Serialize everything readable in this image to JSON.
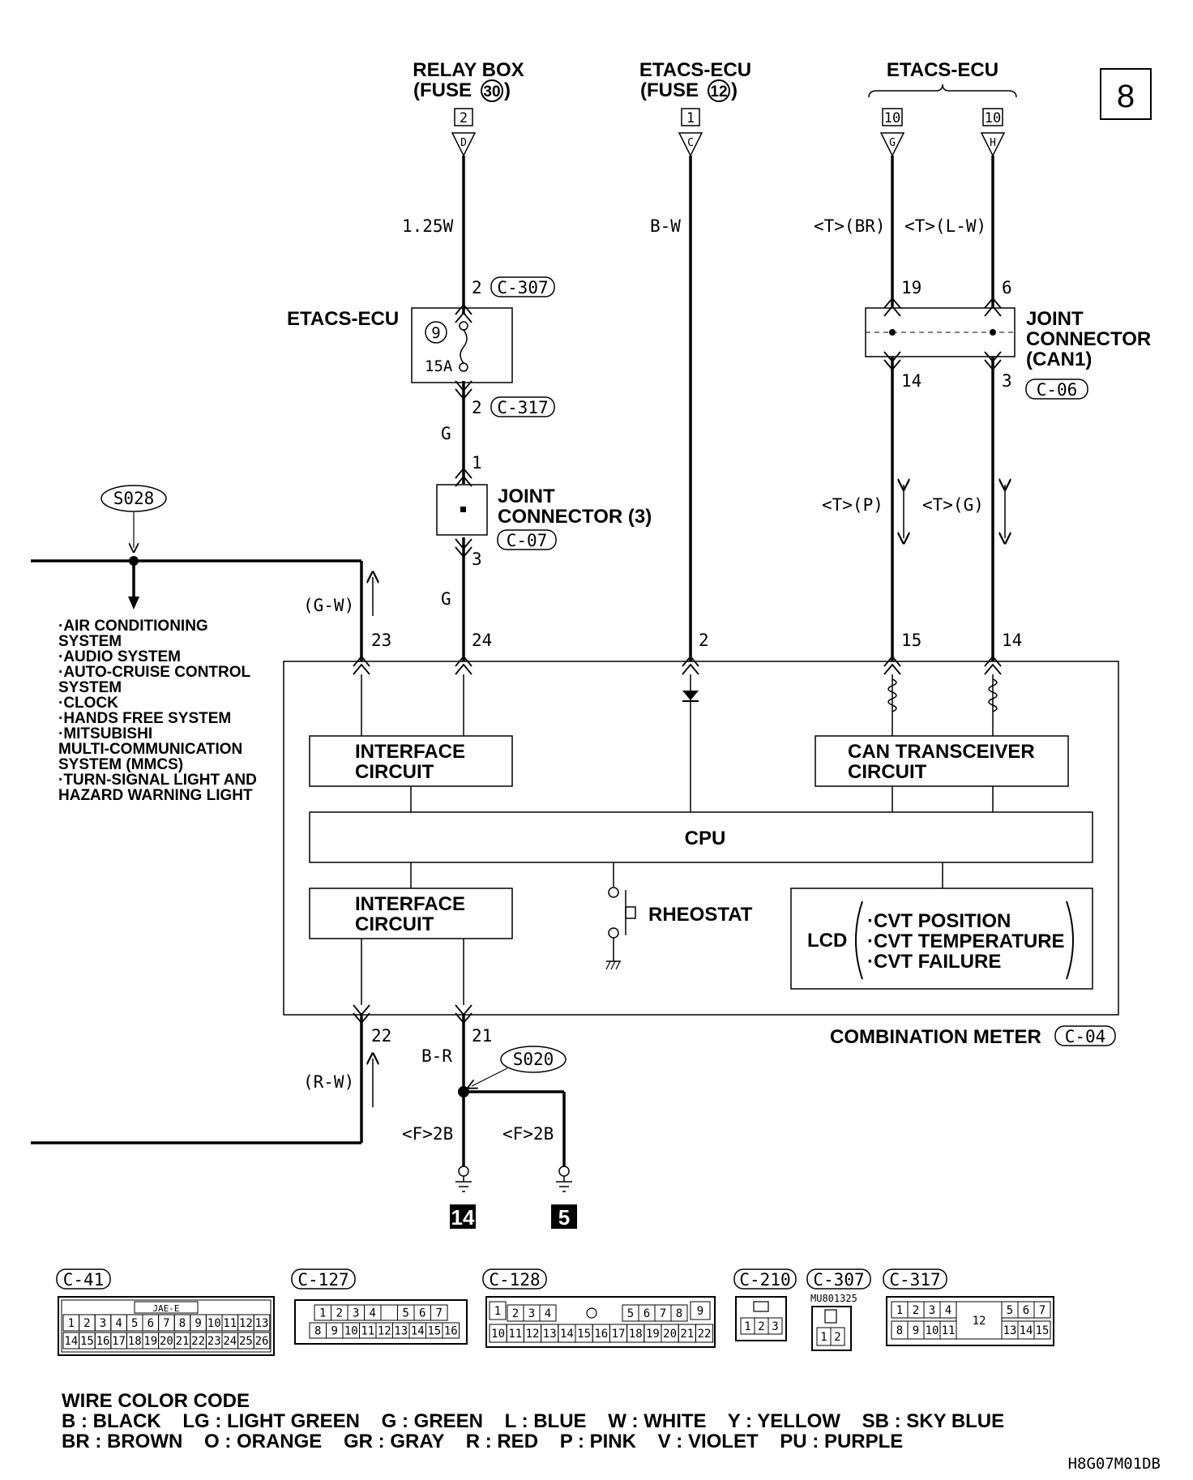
{
  "page_number": "8",
  "diagram_code": "H8G07M01DB",
  "top_sources": {
    "relay_box": {
      "line1": "RELAY BOX",
      "line2": "(FUSE ",
      "fuse": "30",
      "close": ")",
      "box": "2",
      "pin": "D"
    },
    "etacs_fuse": {
      "line1": "ETACS-ECU",
      "line2": "(FUSE ",
      "fuse": "12",
      "close": ")",
      "box": "1",
      "pin": "C"
    },
    "etacs_can": {
      "label": "ETACS-ECU",
      "left_box": "10",
      "left_pin": "G",
      "right_box": "10",
      "right_pin": "H"
    }
  },
  "wires": {
    "w1_color": "1.25W",
    "w2_color": "B-W",
    "can_left_color": "<T>(BR)",
    "can_right_color": "<T>(L-W)",
    "etacs_out_color": "G",
    "joint3_out_color": "G",
    "pin23_color": "(G-W)",
    "pin22_color": "(R-W)",
    "ground_color": "B-R",
    "ground_left_color": "<F>2B",
    "ground_right_color": "<F>2B",
    "can_p_color": "<T>(P)",
    "can_g_color": "<T>(G)"
  },
  "etacs_fuse_block": {
    "label": "ETACS-ECU",
    "fuse_no": "9",
    "amp": "15A",
    "in_pin": "2",
    "in_conn": "C-307",
    "out_pin": "2",
    "out_conn": "C-317"
  },
  "joint3": {
    "line1": "JOINT",
    "line2": "CONNECTOR (3)",
    "conn": "C-07",
    "in_pin": "1",
    "out_pin": "3"
  },
  "can1": {
    "line1": "JOINT",
    "line2": "CONNECTOR",
    "line3": "(CAN1)",
    "conn": "C-06",
    "pin_19": "19",
    "pin_6": "6",
    "pin_14": "14",
    "pin_3": "3"
  },
  "splice_top": {
    "id": "S028",
    "systems": [
      "·AIR CONDITIONING",
      " SYSTEM",
      "·AUDIO SYSTEM",
      "·AUTO-CRUISE CONTROL",
      " SYSTEM",
      "·CLOCK",
      "·HANDS FREE SYSTEM",
      "·MITSUBISHI",
      " MULTI-COMMUNICATION",
      " SYSTEM (MMCS)",
      "·TURN-SIGNAL LIGHT AND",
      " HAZARD WARNING LIGHT"
    ]
  },
  "meter": {
    "pin_23": "23",
    "pin_24": "24",
    "pin_2": "2",
    "pin_15": "15",
    "pin_14": "14",
    "pin_22": "22",
    "pin_21": "21",
    "interface1": [
      "INTERFACE",
      "CIRCUIT"
    ],
    "can_trans": [
      "CAN TRANSCEIVER",
      "CIRCUIT"
    ],
    "cpu": "CPU",
    "interface2": [
      "INTERFACE",
      "CIRCUIT"
    ],
    "rheostat": "RHEOSTAT",
    "lcd": "LCD",
    "lcd_items": [
      "·CVT POSITION",
      "·CVT TEMPERATURE",
      "·CVT FAILURE"
    ],
    "label": "COMBINATION METER",
    "conn": "C-04"
  },
  "splice_bottom": {
    "id": "S020"
  },
  "grounds": {
    "left": "14",
    "right": "5"
  },
  "connectors": {
    "c41": {
      "name": "C-41",
      "maker": "JAE-E",
      "row1": [
        "1",
        "2",
        "3",
        "4",
        "5",
        "6",
        "7",
        "8",
        "9",
        "10",
        "11",
        "12",
        "13"
      ],
      "row2": [
        "14",
        "15",
        "16",
        "17",
        "18",
        "19",
        "20",
        "21",
        "22",
        "23",
        "24",
        "25",
        "26"
      ]
    },
    "c127": {
      "name": "C-127",
      "row1": [
        "1",
        "2",
        "3",
        "4",
        "",
        "5",
        "6",
        "7"
      ],
      "row2": [
        "8",
        "9",
        "10",
        "11",
        "12",
        "13",
        "14",
        "15",
        "16"
      ]
    },
    "c128": {
      "name": "C-128",
      "row1": [
        "1",
        "2",
        "3",
        "4",
        "5",
        "6",
        "7",
        "8",
        "9"
      ],
      "row2": [
        "10",
        "11",
        "12",
        "13",
        "14",
        "15",
        "16",
        "17",
        "18",
        "19",
        "20",
        "21",
        "22"
      ]
    },
    "c210": {
      "name": "C-210",
      "pins": [
        "1",
        "2",
        "3"
      ]
    },
    "c307": {
      "name": "C-307",
      "part": "MU801325",
      "pins": [
        "1",
        "2"
      ]
    },
    "c317": {
      "name": "C-317",
      "row1": [
        "1",
        "2",
        "3",
        "4",
        "5",
        "6",
        "7"
      ],
      "row2": [
        "8",
        "9",
        "10",
        "11",
        "12",
        "13",
        "14",
        "15"
      ]
    }
  },
  "color_code": {
    "title": "WIRE COLOR CODE",
    "line1": "B : BLACK    LG : LIGHT GREEN    G : GREEN    L : BLUE    W : WHITE    Y : YELLOW    SB : SKY BLUE",
    "line2": "BR : BROWN    O : ORANGE    GR : GRAY    R : RED    P : PINK    V : VIOLET    PU : PURPLE"
  }
}
